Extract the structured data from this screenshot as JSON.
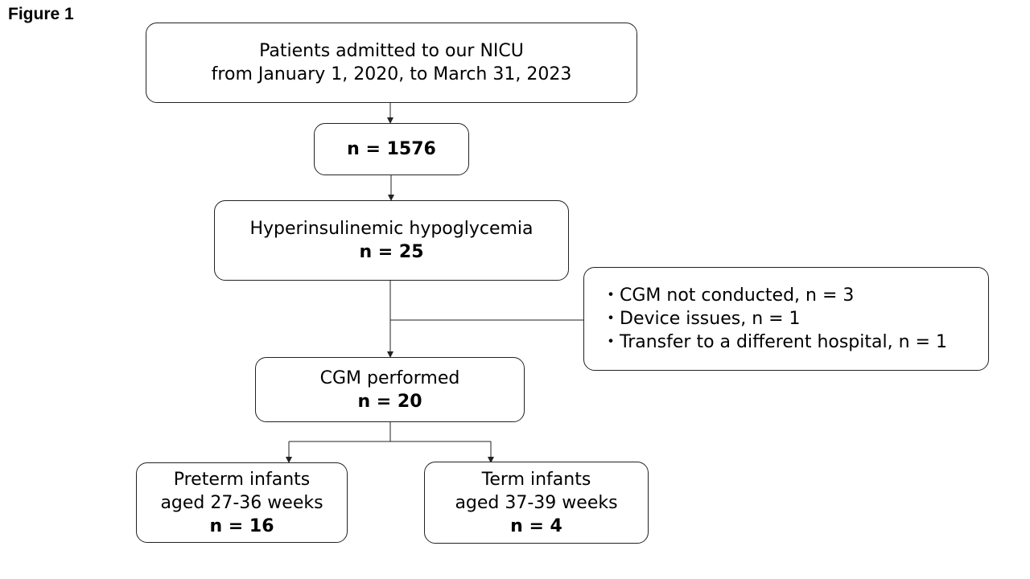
{
  "figure_label": "Figure 1",
  "boxes": {
    "admitted": {
      "line1": "Patients admitted to our NICU",
      "line2": "from January 1, 2020, to March 31, 2023"
    },
    "total": {
      "count": "n = 1576"
    },
    "hyper": {
      "title": "Hyperinsulinemic hypoglycemia",
      "count": "n = 25"
    },
    "exclusions": {
      "items": [
        "・CGM not conducted, n = 3",
        "・Device issues, n = 1",
        "・Transfer to a different hospital, n = 1"
      ]
    },
    "cgm": {
      "title": "CGM performed",
      "count": "n = 20"
    },
    "preterm": {
      "line1": "Preterm infants",
      "line2": "aged 27-36 weeks",
      "count": "n = 16"
    },
    "term": {
      "line1": "Term infants",
      "line2": "aged 37-39 weeks",
      "count": "n = 4"
    }
  }
}
